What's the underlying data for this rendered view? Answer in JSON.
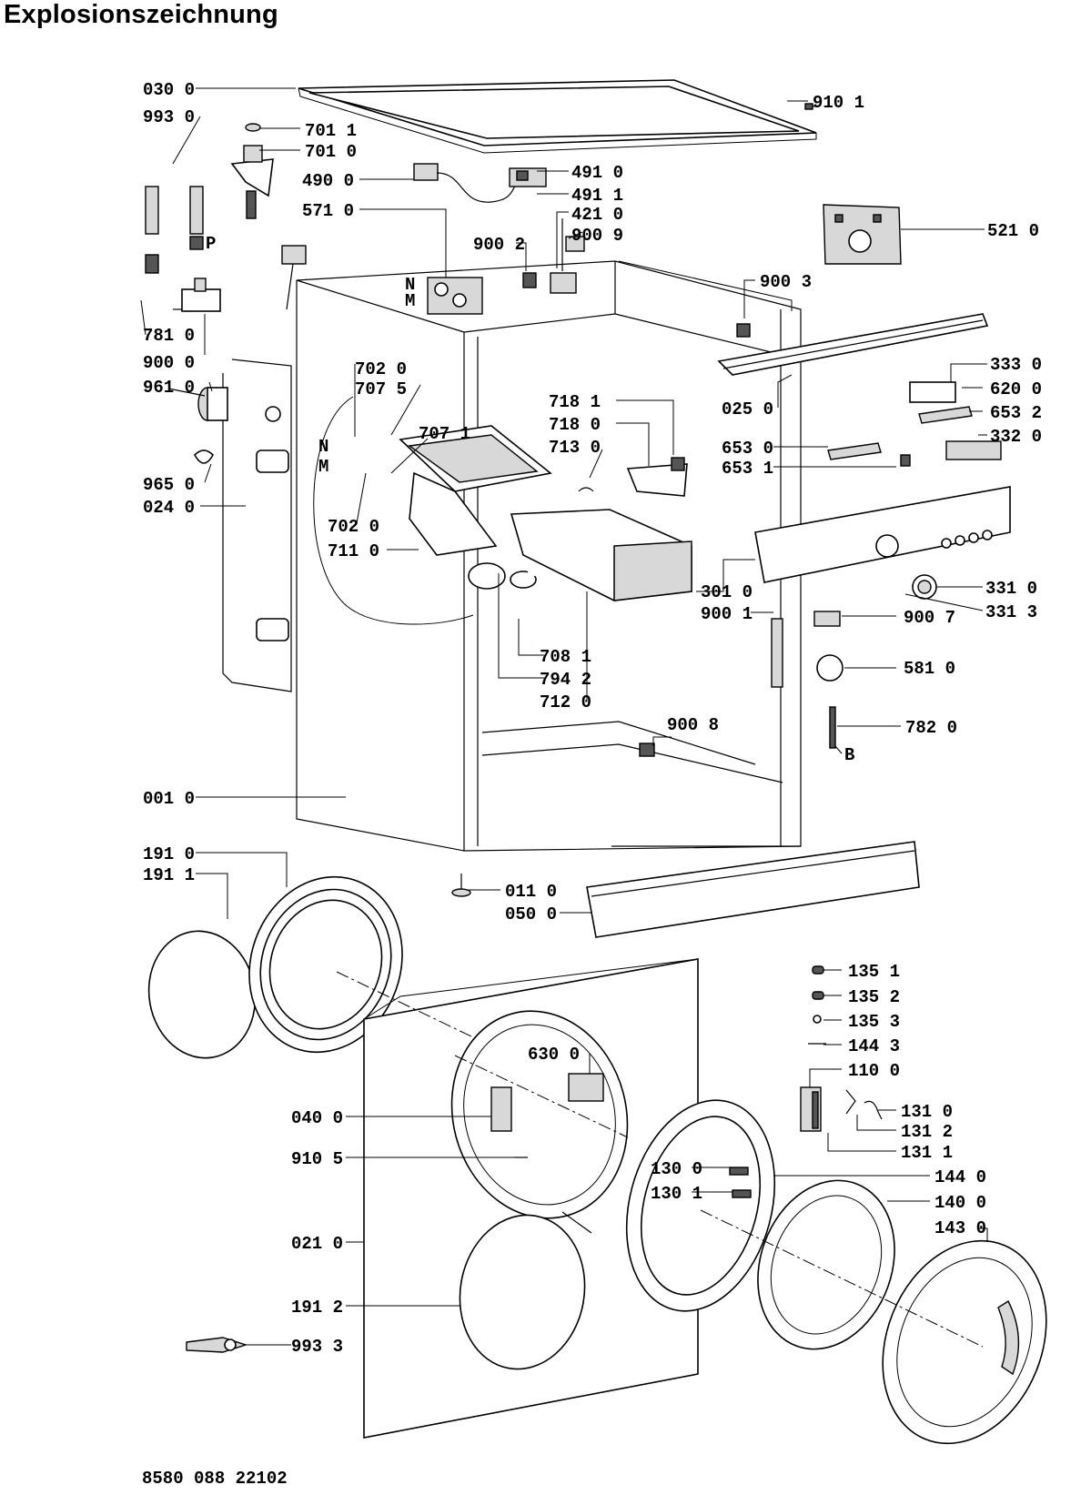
{
  "title": "Explosionszeichnung",
  "footer_code": "8580 088 22102",
  "markers": {
    "P": "P",
    "N": "N",
    "M": "M",
    "B": "B"
  },
  "labels": {
    "l0300": "030 0",
    "l9930": "993 0",
    "l7011": "701 1",
    "l7010": "701 0",
    "l4900": "490 0",
    "l5710": "571 0",
    "l4910": "491 0",
    "l4911": "491 1",
    "l4210": "421 0",
    "l9009": "900 9",
    "l9002": "900 2",
    "l9101": "910 1",
    "l5210": "521 0",
    "l9003": "900 3",
    "l7810": "781 0",
    "l9000": "900 0",
    "l9610": "961 0",
    "l7020a": "702 0",
    "l7075": "707 5",
    "l7071": "707 1",
    "l9650": "965 0",
    "l0240": "024 0",
    "l7020b": "702 0",
    "l7110": "711 0",
    "l7181": "718 1",
    "l7180": "718 0",
    "l7130": "713 0",
    "l0250": "025 0",
    "l6530": "653 0",
    "l6531": "653 1",
    "l3330": "333 0",
    "l6200": "620 0",
    "l6532": "653 2",
    "l3320": "332 0",
    "l3010": "301 0",
    "l9001": "900 1",
    "l3310": "331 0",
    "l3313": "331 3",
    "l9007": "900 7",
    "l5810": "581 0",
    "l7081": "708 1",
    "l7942": "794 2",
    "l7120": "712 0",
    "l9008": "900 8",
    "l7820": "782 0",
    "l0010": "001 0",
    "l1910": "191 0",
    "l1911": "191 1",
    "l0110": "011 0",
    "l0500": "050 0",
    "l1351": "135 1",
    "l1352": "135 2",
    "l1353": "135 3",
    "l1443": "144 3",
    "l1100": "110 0",
    "l6300": "630 0",
    "l0400": "040 0",
    "l1310": "131 0",
    "l1312": "131 2",
    "l1311": "131 1",
    "l9105": "910 5",
    "l1300": "130 0",
    "l1301": "130 1",
    "l1440": "144 0",
    "l1400": "140 0",
    "l1430": "143 0",
    "l0210": "021 0",
    "l1912": "191 2",
    "l9933": "993 3"
  }
}
